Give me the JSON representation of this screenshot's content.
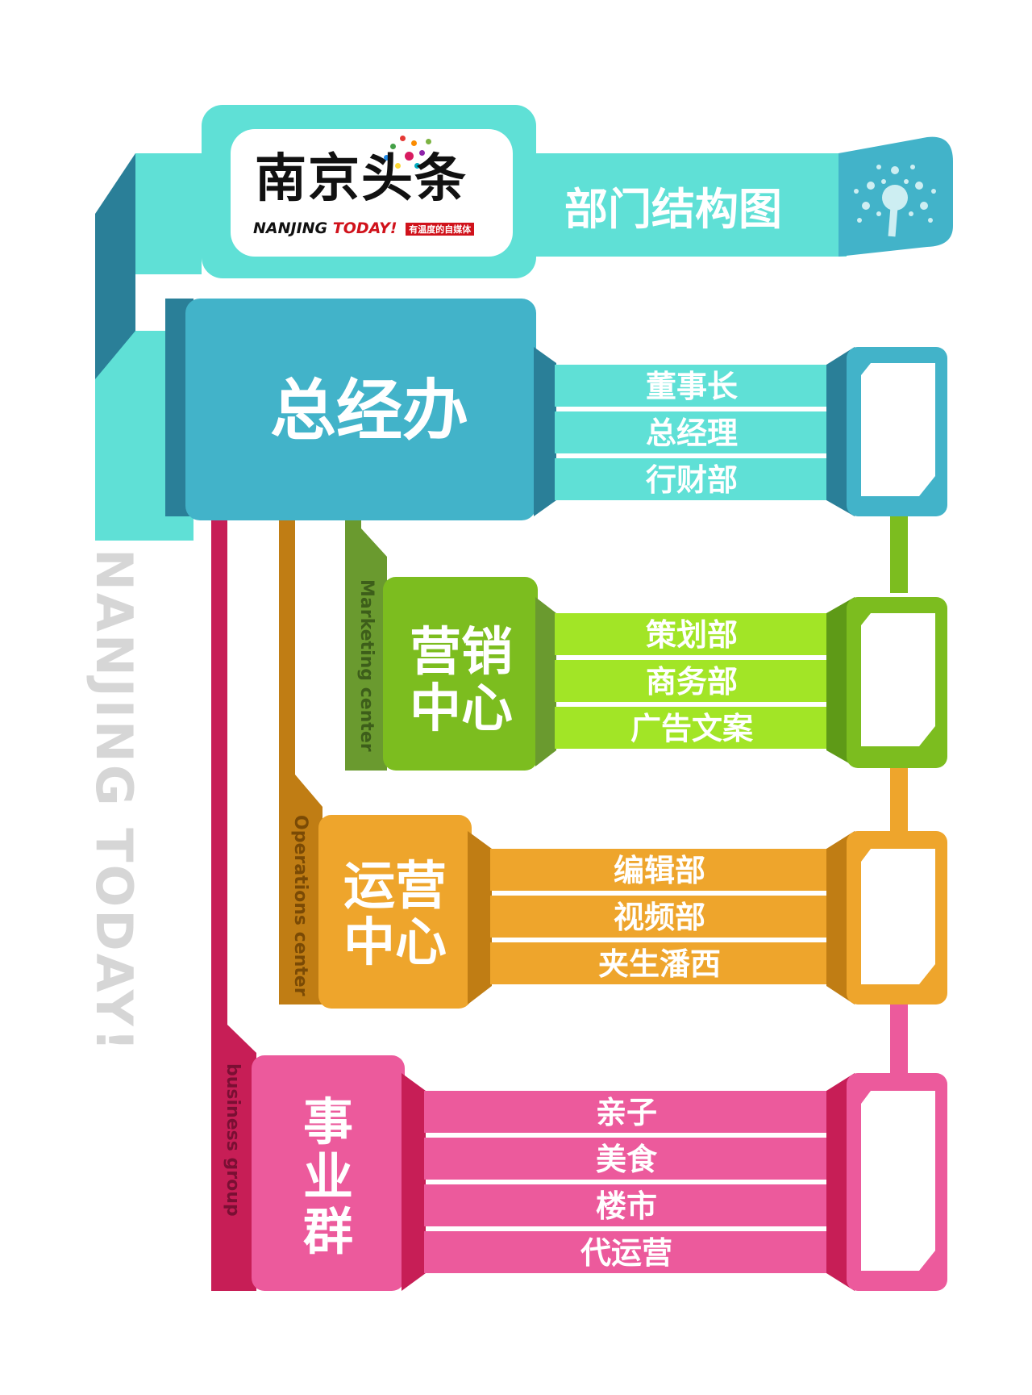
{
  "logo": {
    "cn": "南京头条",
    "en_part1": "NANJING ",
    "en_part2": "TODAY!",
    "slogan": "有温度的自媒体"
  },
  "chart_title": "部门结构图",
  "watermark": "NANJING TODAY!",
  "colors": {
    "teal": "#5fe0d6",
    "teal_dark": "#2a7f98",
    "blue": "#42b3c9",
    "green": "#7cbd1f",
    "green_light": "#a2e526",
    "orange": "#eea52c",
    "orange_dark": "#c07d14",
    "pink": "#ec5a9c",
    "pink_dark": "#c71e56"
  },
  "departments": [
    {
      "title_line1": "总经办",
      "title_line2": "",
      "side_label": "",
      "subs": [
        "董事长",
        "总经理",
        "行财部"
      ]
    },
    {
      "title_line1": "营销",
      "title_line2": "中心",
      "side_label": "Marketing center",
      "subs": [
        "策划部",
        "商务部",
        "广告文案"
      ]
    },
    {
      "title_line1": "运营",
      "title_line2": "中心",
      "side_label": "Operations center",
      "subs": [
        "编辑部",
        "视频部",
        "夹生潘西"
      ]
    },
    {
      "title_line1": "事",
      "title_line2": "业",
      "title_line3": "群",
      "side_label": "business group",
      "subs": [
        "亲子",
        "美食",
        "楼市",
        "代运营"
      ]
    }
  ]
}
